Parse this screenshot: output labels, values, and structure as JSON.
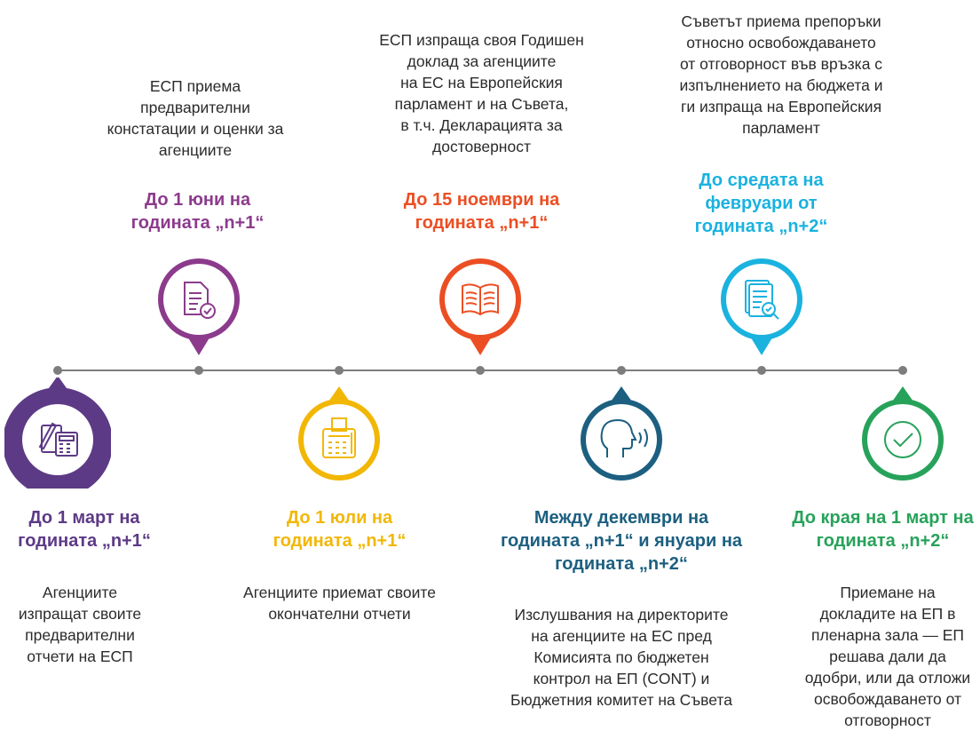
{
  "timeline": {
    "steps": [
      {
        "title": [
          "До 1 март на",
          "годината „n+1“"
        ],
        "description": [
          "Агенциите",
          "изпращат своите",
          "предварителни",
          "отчети на ЕСП"
        ],
        "color": "#5d3a86",
        "icon": "calculator-document-icon"
      },
      {
        "title": [
          "До 1 юни на",
          "годината „n+1“"
        ],
        "description": [
          "ЕСП приема",
          "предварителни",
          "констатации и оценки за",
          "агенциите"
        ],
        "color": "#8c3b8c",
        "icon": "document-check-icon"
      },
      {
        "title": [
          "До 1 юли на",
          "годината „n+1“"
        ],
        "description": [
          "Агенциите приемат своите",
          "окончателни отчети"
        ],
        "color": "#f2b705",
        "icon": "adding-machine-icon"
      },
      {
        "title": [
          "До 15 ноември на",
          "годината „n+1“"
        ],
        "description": [
          "ЕСП изпраща своя Годишен",
          "доклад за агенциите",
          "на ЕС на Европейския",
          "парламент и на Съвета,",
          "в т.ч. Декларацията за",
          "достоверност"
        ],
        "color": "#ec4e23",
        "icon": "open-book-icon"
      },
      {
        "title": [
          "Между декември на",
          "годината „n+1“ и януари на",
          "годината „n+2“"
        ],
        "description": [
          "Изслушвания на директорите",
          "на агенциите на ЕС пред",
          "Комисията по бюджетен",
          "контрол на ЕП (CONT) и",
          "Бюджетния комитет на Съвета"
        ],
        "color": "#1c5f80",
        "icon": "speaking-head-icon"
      },
      {
        "title": [
          "До средата на",
          "февруари от",
          "годината „n+2“"
        ],
        "description": [
          "Съветът приема препоръки",
          "относно освобождаването",
          "от отговорност във връзка с",
          "изпълнението на бюджета и",
          "ги изпраща на Европейския",
          "парламент"
        ],
        "color": "#1ab2df",
        "icon": "document-search-icon"
      },
      {
        "title": [
          "До края на 1 март на",
          "годината „n+2“"
        ],
        "description": [
          "Приемане на",
          "докладите на ЕП в",
          "пленарна зала — ЕП",
          "решава дали да",
          "одобри, или да отложи",
          "освобождаването от",
          "отговорност"
        ],
        "color": "#27a25a",
        "icon": "checkmark-circle-icon"
      }
    ]
  }
}
